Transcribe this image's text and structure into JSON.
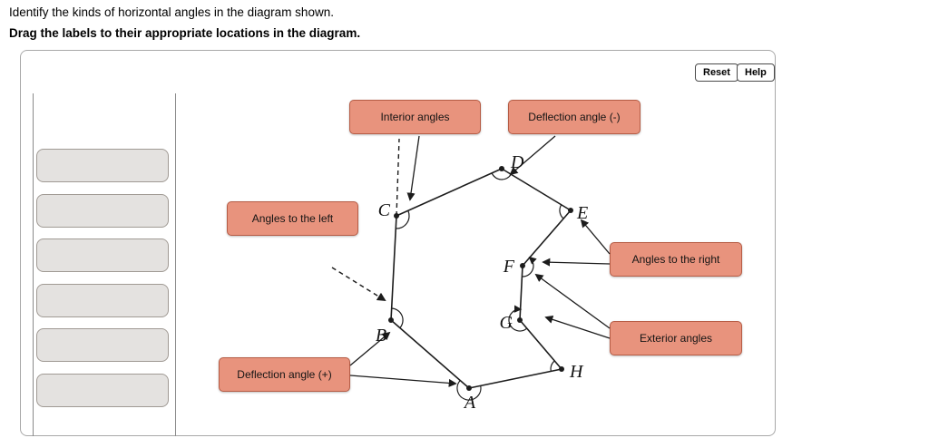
{
  "instructions": {
    "line1": "Identify the kinds of horizontal angles in the diagram shown.",
    "line2": "Drag the labels to their appropriate locations in the diagram."
  },
  "buttons": {
    "reset": "Reset",
    "help": "Help"
  },
  "drag_labels": {
    "interior": "Interior angles",
    "deflection_negative": "Deflection angle (-)",
    "angles_left": "Angles to the left",
    "angles_right": "Angles to the right",
    "exterior": "Exterior angles",
    "deflection_positive": "Deflection angle (+)"
  },
  "bin": {
    "empty_slots": 6
  },
  "diagram": {
    "points": {
      "a": "A",
      "b": "B",
      "c": "C",
      "d": "D",
      "e": "E",
      "f": "F",
      "g": "G",
      "h": "H"
    }
  },
  "colors": {
    "label_bg": "#E8937D",
    "label_border": "#B65C45",
    "slot_bg": "#E4E2E0",
    "slot_border": "#A09A94",
    "line": "#1C1C1C"
  }
}
